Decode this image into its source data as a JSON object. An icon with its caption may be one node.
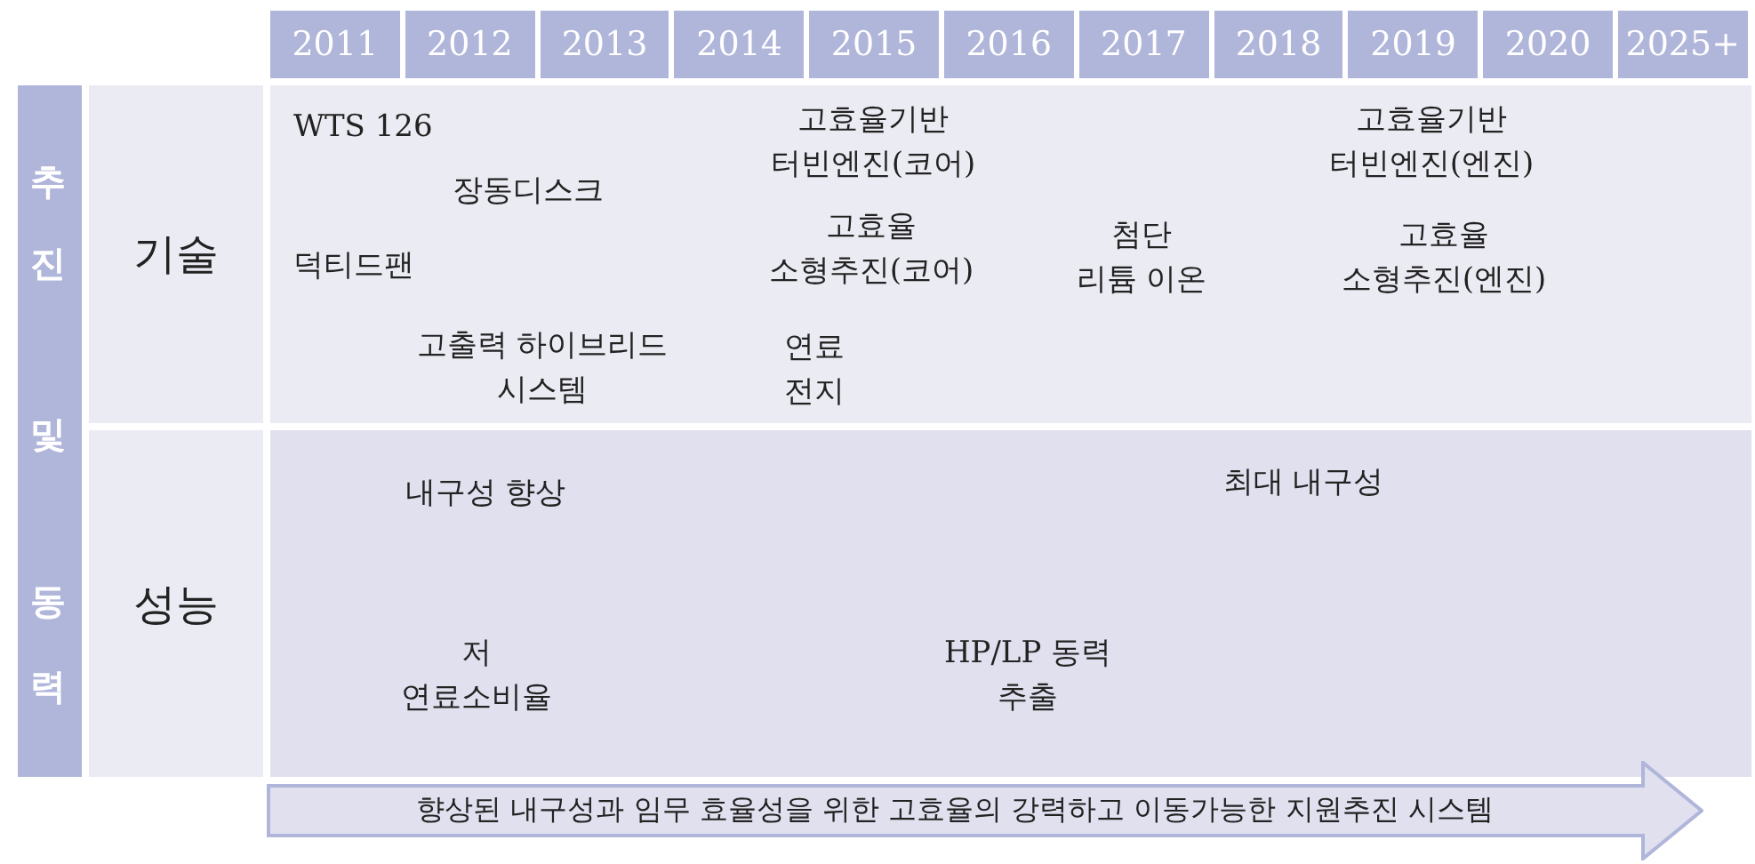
{
  "diagram": {
    "nodes": [
      {
        "text": [
          "2011"
        ]
      },
      {
        "text": [
          "2012"
        ]
      },
      {
        "text": [
          "2013"
        ]
      },
      {
        "text": [
          "2014"
        ]
      },
      {
        "text": [
          "2015"
        ]
      },
      {
        "text": [
          "2016"
        ]
      },
      {
        "text": [
          "2017"
        ]
      },
      {
        "text": [
          "2018"
        ]
      },
      {
        "text": [
          "2019"
        ]
      },
      {
        "text": [
          "2020"
        ]
      },
      {
        "text": [
          "2025+"
        ]
      },
      {
        "text": [
          "추진 및 동력"
        ]
      },
      {
        "text": [
          "기술"
        ]
      },
      {
        "text": [
          "WTS 126",
          "고효율기반 터빈엔진(코어)",
          "고효율기반 터빈엔진(엔진)",
          "장동디스크",
          "고효율 소형추진(코어)",
          "첨단 리튬 이온",
          "고효율 소형추진(엔진)",
          "덕티드팬",
          "고출력 하이브리드 시스템",
          "연료 전지"
        ]
      },
      {
        "text": [
          "성능"
        ]
      },
      {
        "text": [
          "내구성 향상",
          "최대 내구성",
          "저 연료소비율",
          "HP/LP 동력 추출"
        ]
      },
      {
        "text": [
          "향상된 내구성과 임무 효율성을 위한 고효율의 강력하고 이동가능한 지원추진 시스템"
        ]
      }
    ]
  }
}
